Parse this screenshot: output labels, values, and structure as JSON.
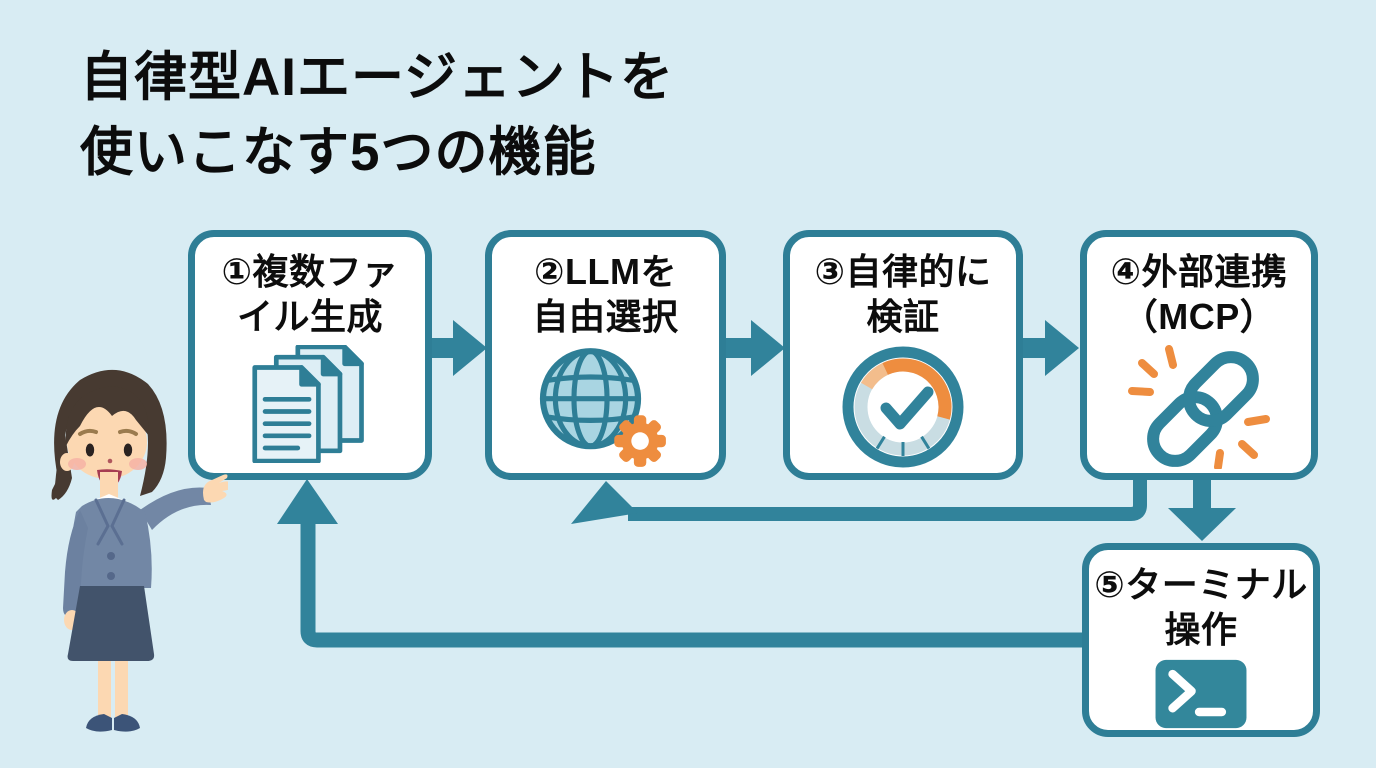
{
  "title": "自律型AIエージェントを\n使いこなす5つの機能",
  "steps": [
    {
      "label": "①複数ファ\nイル生成",
      "icon": "documents-icon"
    },
    {
      "label": "②LLMを\n自由選択",
      "icon": "globe-gear-icon"
    },
    {
      "label": "③自律的に\n検証",
      "icon": "gauge-check-icon"
    },
    {
      "label": "④外部連携\n（MCP）",
      "icon": "chain-link-icon"
    },
    {
      "label": "⑤ターミナル\n操作",
      "icon": "terminal-icon"
    }
  ],
  "flow": {
    "forward": [
      "step1→step2",
      "step2→step3",
      "step3→step4",
      "step4→step5"
    ],
    "feedback": [
      "step4→step2",
      "step5→step1"
    ]
  },
  "colors": {
    "background": "#d8ecf3",
    "teal": "#31839b",
    "box_border": "#2e7e96",
    "box_background": "#ffffff",
    "orange": "#ee8d3f",
    "orange_light": "#f3bd8c",
    "icon_light_blue": "#a9d5e2",
    "band_gray_blue": "#c9dde3",
    "text": "#0d0d0d"
  }
}
